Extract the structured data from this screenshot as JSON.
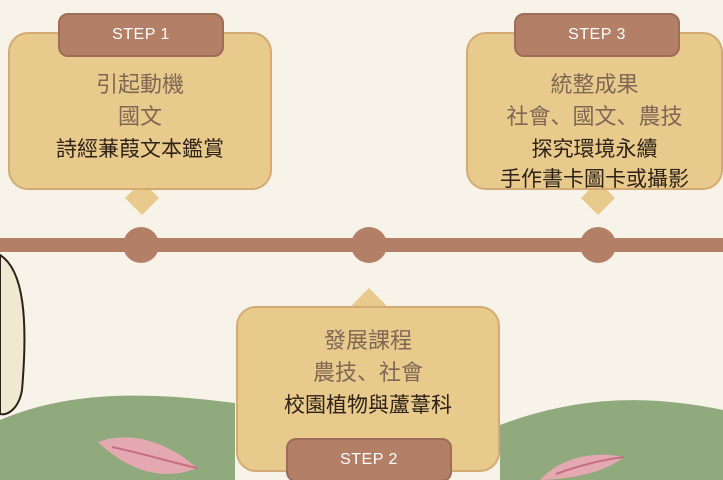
{
  "steps": [
    {
      "tag": "STEP 1",
      "title": "引起動機",
      "subject": "國文",
      "detail": "詩經蒹葭文本鑑賞"
    },
    {
      "tag": "STEP 2",
      "title": "發展課程",
      "subject": "農技、社會",
      "detail": "校園植物與蘆葦科"
    },
    {
      "tag": "STEP 3",
      "title": "統整成果",
      "subject": "社會、國文、農技",
      "detail": "探究環境永續",
      "detail2": "手作書卡圖卡或攝影"
    }
  ],
  "colors": {
    "background": "#f7f3e9",
    "timeline": "#b47f67",
    "card": "#e8ca8d",
    "tag": "#b47f67",
    "ground": "#90a97d",
    "leaf": "#e4a8b0"
  },
  "icons": {
    "decor_left": "petal-icon",
    "decor_right": "petal-icon",
    "edge": "cream-shape"
  }
}
